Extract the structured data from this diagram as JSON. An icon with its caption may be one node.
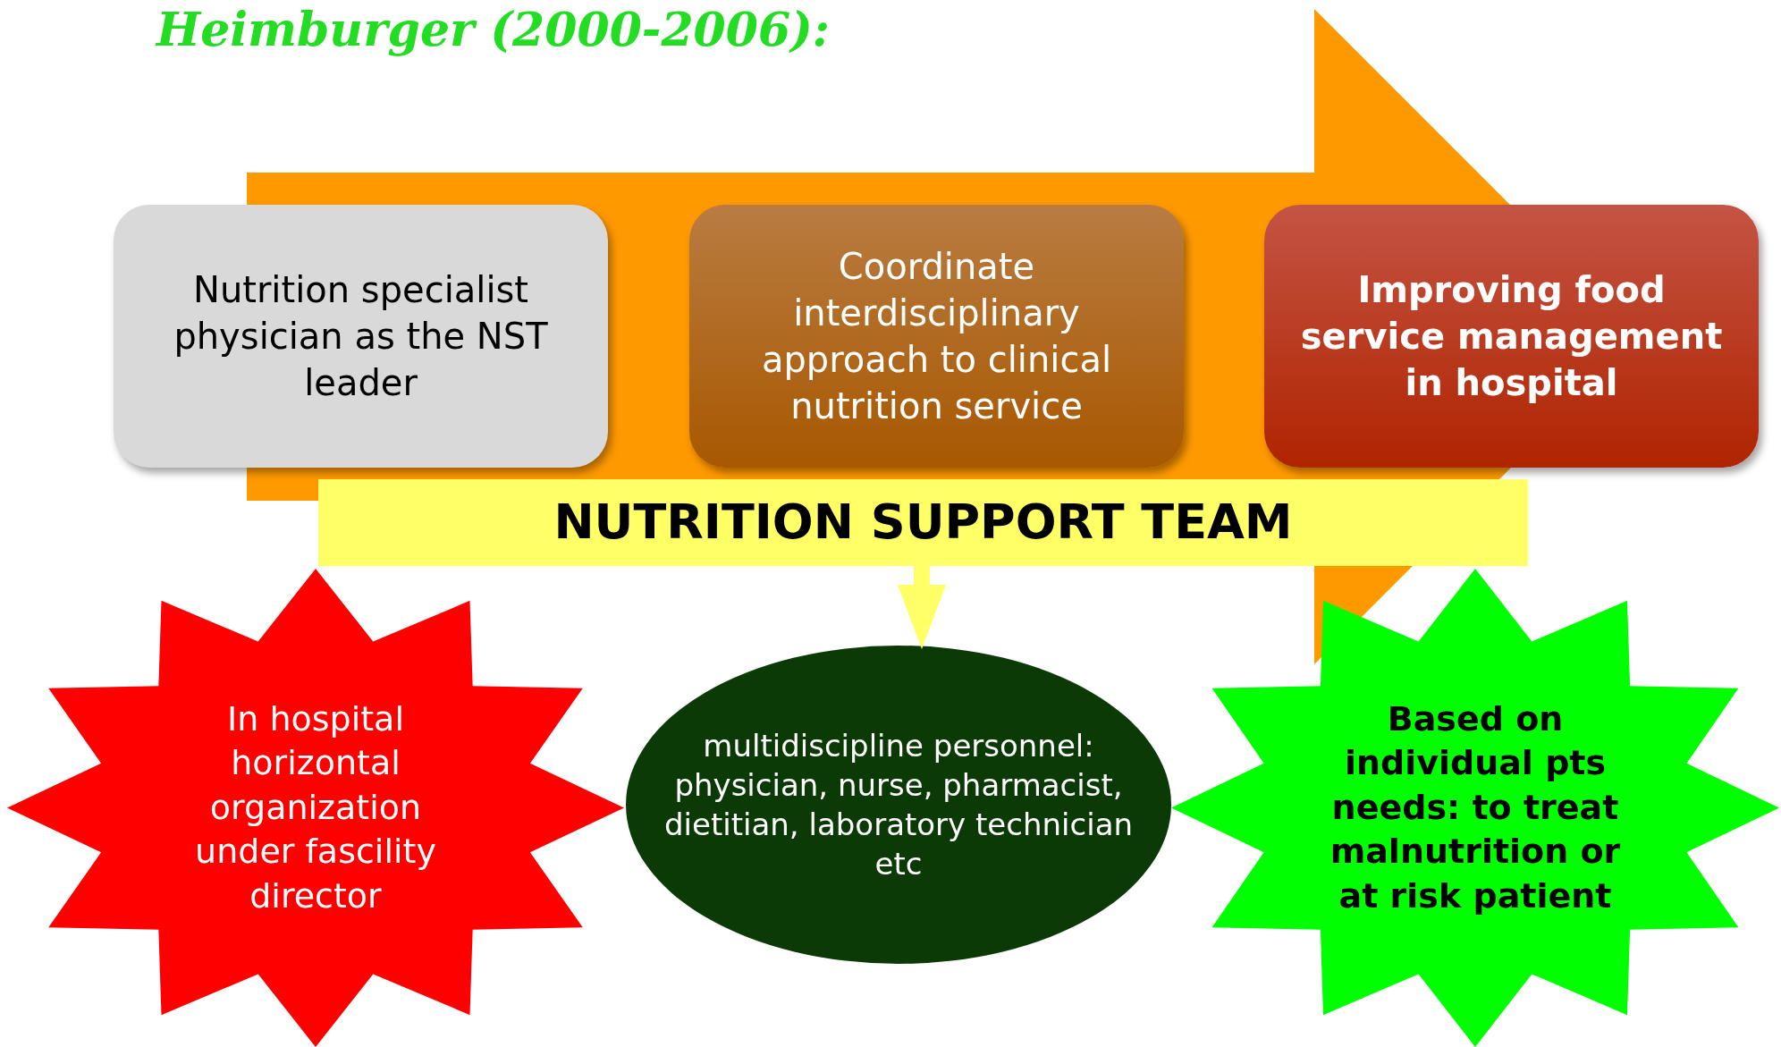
{
  "diagram": {
    "title": "Heimburger (2000-2006):",
    "nodes": [
      {
        "text": [
          "Nutrition specialist physician as the NST leader"
        ]
      },
      {
        "text": [
          "Coordinate interdisciplinary approach to clinical nutrition service"
        ]
      },
      {
        "text": [
          "Improving food service management in hospital"
        ]
      },
      {
        "text": [
          "NUTRITION SUPPORT TEAM"
        ]
      },
      {
        "text": [
          "In hospital horizontal organization under fascility director"
        ]
      },
      {
        "text": [
          "multidiscipline  personnel: physician, nurse, pharmacist, dietitian, laboratory technician etc"
        ]
      },
      {
        "text": [
          "Based on individual pts needs: to treat malnutrition or at risk patient"
        ]
      }
    ],
    "edges": [
      {
        "from": 3,
        "to": 5,
        "arrow": "to"
      },
      {
        "from": 0,
        "to": 2,
        "arrow": "to"
      }
    ]
  }
}
